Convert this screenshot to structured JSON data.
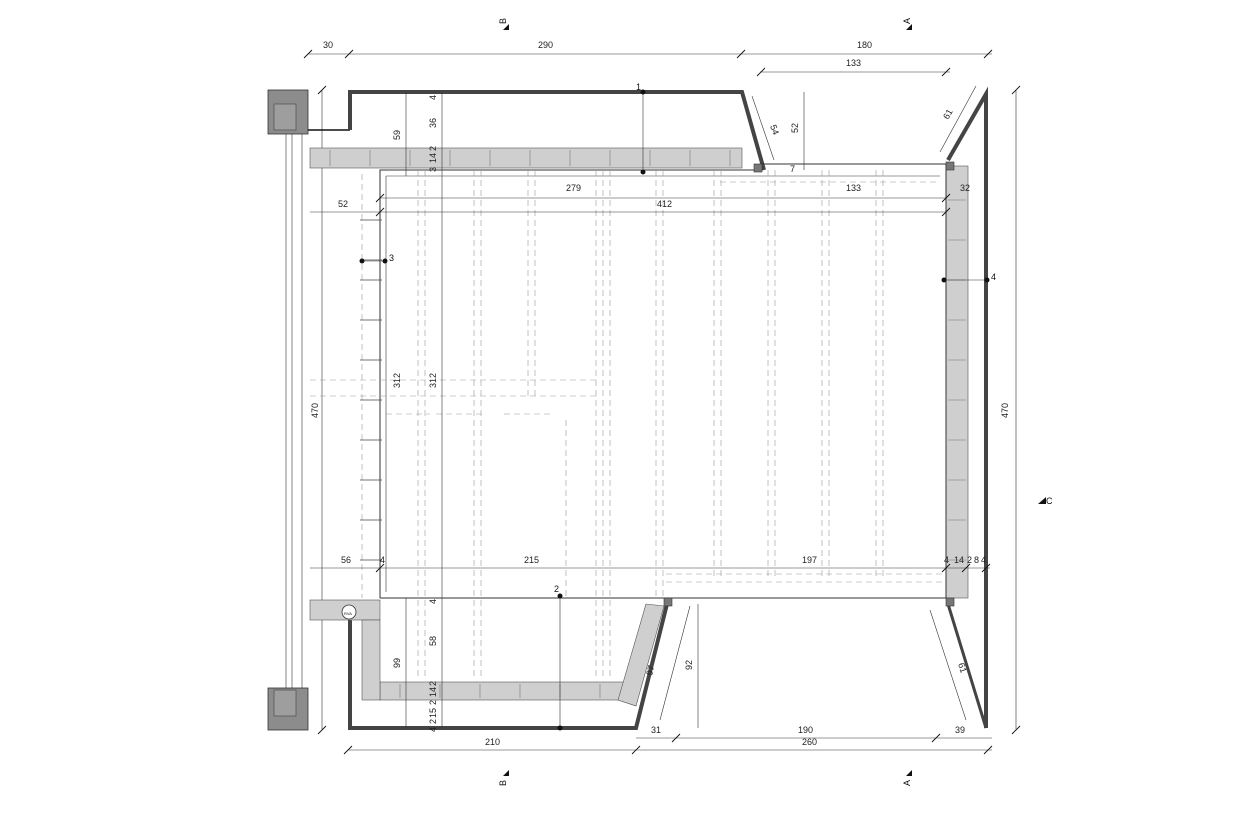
{
  "drawing": {
    "dimensions": {
      "top_row": [
        "30",
        "290",
        "180"
      ],
      "top_sub": "133",
      "left_vertical": [
        "59",
        "36",
        "4",
        "2",
        "14",
        "3"
      ],
      "left_52": "52",
      "inner_279": "279",
      "inner_133": "133",
      "inner_32": "32",
      "inner_412": "412",
      "right_54": "54",
      "right_52": "52",
      "right_61": "61",
      "right_7": "7",
      "left_470": "470",
      "right_470": "470",
      "mid_312_a": "312",
      "mid_312_b": "312",
      "row_56": "56",
      "row_4a": "4",
      "row_215": "215",
      "row_197": "197",
      "row_right": [
        "4",
        "14",
        "2",
        "8",
        "4"
      ],
      "low_99": "99",
      "low_58": "58",
      "low_vertical": [
        "4",
        "2",
        "14",
        "2",
        "15",
        "2",
        "4"
      ],
      "low_97": "97",
      "low_92": "92",
      "low_61": "61",
      "bottom_210": "210",
      "bottom_31": "31",
      "bottom_190": "190",
      "bottom_39": "39",
      "bottom_260": "260"
    },
    "markers": {
      "p1": "1",
      "p2": "2",
      "p3": "3",
      "p4": "4"
    },
    "sections": {
      "b_top": "B",
      "a_top": "A",
      "b_bottom": "B",
      "a_bottom": "A",
      "c_right": "C"
    },
    "vent_label": "RVA"
  }
}
